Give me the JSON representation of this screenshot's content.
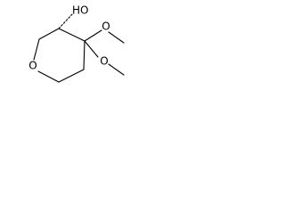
{
  "molecule": {
    "atoms": {
      "hydroxyl": "HO",
      "ring_oxygen": "O",
      "methoxy_upper": "O",
      "methoxy_lower": "O"
    },
    "colors": {
      "background": "#ffffff",
      "ink": "#000000"
    }
  }
}
